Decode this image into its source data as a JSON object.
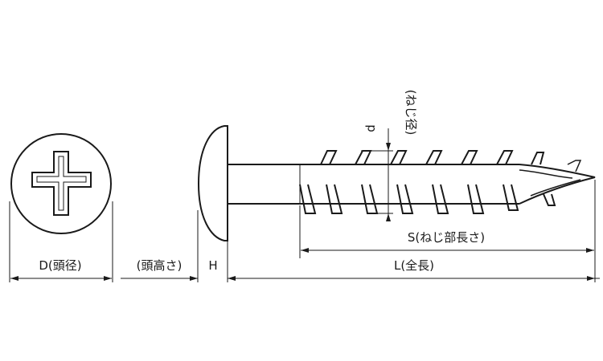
{
  "diagram": {
    "labels": {
      "head_diameter": "D(頭径)",
      "head_height": "(頭高さ)",
      "head_height_symbol": "H",
      "thread_length": "S(ねじ部長さ)",
      "total_length": "L(全長)",
      "thread_diameter_symbol": "d",
      "thread_diameter": "(ねじ径)"
    }
  }
}
